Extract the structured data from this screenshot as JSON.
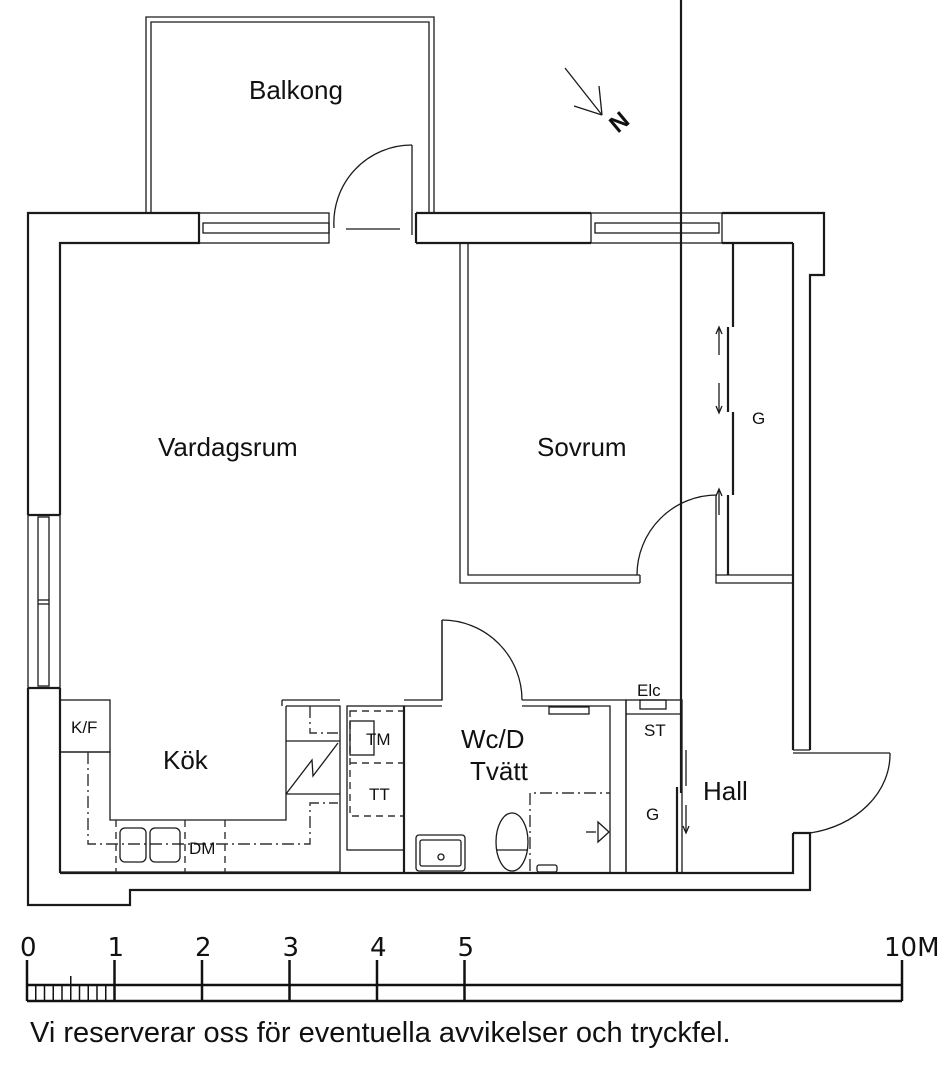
{
  "plan": {
    "rooms": {
      "balcony": "Balkong",
      "living_room": "Vardagsrum",
      "bedroom": "Sovrum",
      "kitchen": "Kök",
      "bathroom_line1": "Wc/D",
      "bathroom_line2": "Tvätt",
      "hall": "Hall"
    },
    "fixtures": {
      "fridge_freezer": "K/F",
      "dishwasher": "DM",
      "washing_machine": "TM",
      "tumble_dryer": "TT",
      "electrical": "Elc",
      "cleaning_closet": "ST",
      "wardrobe_bedroom": "G",
      "wardrobe_hall": "G"
    },
    "north_label": "N"
  },
  "scale": {
    "ticks": [
      "0",
      "1",
      "2",
      "3",
      "4",
      "5",
      "10M"
    ],
    "values": [
      0,
      1,
      2,
      3,
      4,
      5,
      10
    ],
    "unit": "M"
  },
  "disclaimer": "Vi reserverar oss för eventuella avvikelser och tryckfel."
}
